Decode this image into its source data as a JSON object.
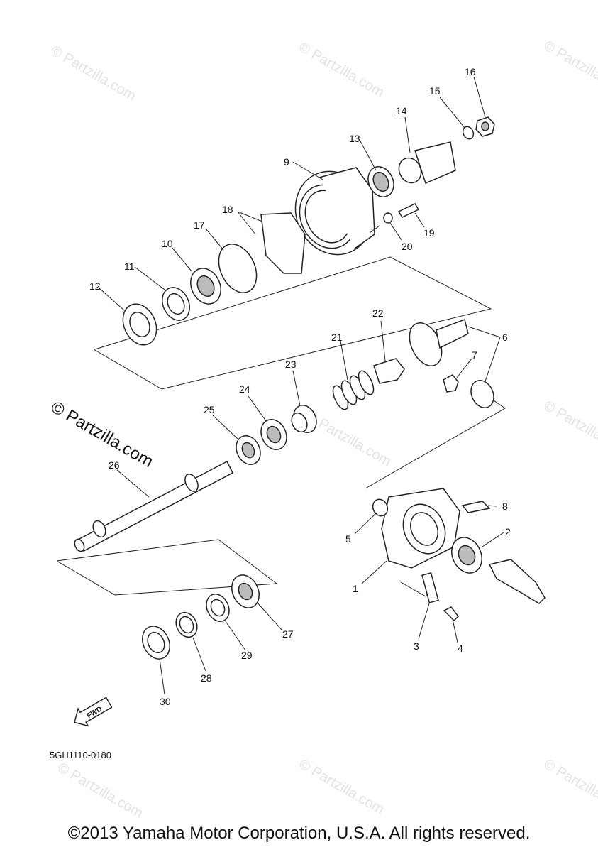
{
  "watermarks": {
    "site": "© Partzilla.com",
    "large": "© Partzilla.com"
  },
  "callouts": [
    "1",
    "2",
    "3",
    "4",
    "5",
    "6",
    "7",
    "8",
    "9",
    "10",
    "11",
    "12",
    "13",
    "14",
    "15",
    "16",
    "17",
    "18",
    "19",
    "20",
    "21",
    "22",
    "23",
    "24",
    "25",
    "26",
    "27",
    "28",
    "29",
    "30"
  ],
  "arrow_label": "FWD",
  "diagram_code": "5GH1110-0180",
  "copyright": "©2013 Yamaha Motor Corporation, U.S.A. All rights reserved."
}
